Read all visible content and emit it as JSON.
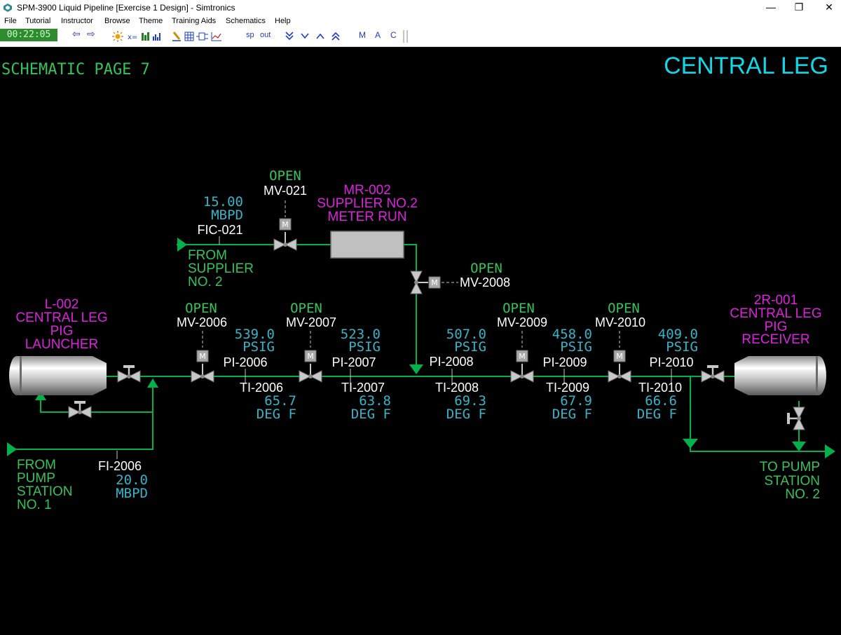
{
  "window": {
    "title": "SPM-3900 Liquid Pipeline [Exercise 1 Design] - Simtronics",
    "minimize": "—",
    "maximize": "❐",
    "close": "✕"
  },
  "menu": [
    "File",
    "Tutorial",
    "Instructor",
    "Browse",
    "Theme",
    "Training Aids",
    "Schematics",
    "Help"
  ],
  "toolbar": {
    "clock": "00:22:05",
    "back": "⇦",
    "forward": "⇨",
    "sp": "sp",
    "out": "out",
    "m": "M",
    "a": "A",
    "c": "C"
  },
  "colors": {
    "pipe": "#00b14c",
    "label_green": "#35c35c",
    "value_cyan": "#35b4c8",
    "tag_magenta": "#e020e0",
    "title_cyan": "#10d8e8",
    "valve": "#c8c8c8"
  },
  "schematic": {
    "page_title": "SCHEMATIC PAGE 7",
    "area_title": "CENTRAL LEG",
    "launcher": {
      "tag": "L-002",
      "line1": "CENTRAL LEG",
      "line2": "PIG",
      "line3": "LAUNCHER"
    },
    "receiver": {
      "tag": "2R-001",
      "line1": "CENTRAL LEG",
      "line2": "PIG",
      "line3": "RECEIVER"
    },
    "meter_run": {
      "tag": "MR-002",
      "line1": "SUPPLIER NO.2",
      "line2": "METER RUN"
    },
    "from_supplier": {
      "line1": "FROM",
      "line2": "SUPPLIER",
      "line3": "NO. 2"
    },
    "from_pump": {
      "line1": "FROM",
      "line2": "PUMP",
      "line3": "STATION",
      "line4": "NO. 1"
    },
    "to_pump": {
      "line1": "TO PUMP",
      "line2": "STATION",
      "line3": "NO. 2"
    },
    "fic021": {
      "tag": "FIC-021",
      "value": "15.00",
      "unit": "MBPD"
    },
    "fi2006": {
      "tag": "FI-2006",
      "value": "20.0",
      "unit": "MBPD"
    },
    "mv021": {
      "tag": "MV-021",
      "status": "OPEN"
    },
    "mv2008": {
      "tag": "MV-2008",
      "status": "OPEN"
    },
    "mv2006": {
      "tag": "MV-2006",
      "status": "OPEN"
    },
    "mv2007": {
      "tag": "MV-2007",
      "status": "OPEN"
    },
    "mv2009": {
      "tag": "MV-2009",
      "status": "OPEN"
    },
    "mv2010": {
      "tag": "MV-2010",
      "status": "OPEN"
    },
    "pi2006": {
      "tag": "PI-2006",
      "value": "539.0",
      "unit": "PSIG"
    },
    "pi2007": {
      "tag": "PI-2007",
      "value": "523.0",
      "unit": "PSIG"
    },
    "pi2008": {
      "tag": "PI-2008",
      "value": "507.0",
      "unit": "PSIG"
    },
    "pi2009": {
      "tag": "PI-2009",
      "value": "458.0",
      "unit": "PSIG"
    },
    "pi2010": {
      "tag": "PI-2010",
      "value": "409.0",
      "unit": "PSIG"
    },
    "ti2006": {
      "tag": "TI-2006",
      "value": "65.7",
      "unit": "DEG  F"
    },
    "ti2007": {
      "tag": "TI-2007",
      "value": "63.8",
      "unit": "DEG  F"
    },
    "ti2008": {
      "tag": "TI-2008",
      "value": "69.3",
      "unit": "DEG  F"
    },
    "ti2009": {
      "tag": "TI-2009",
      "value": "67.9",
      "unit": "DEG  F"
    },
    "ti2010": {
      "tag": "TI-2010",
      "value": "66.6",
      "unit": "DEG  F"
    },
    "motor_letter": "M"
  }
}
